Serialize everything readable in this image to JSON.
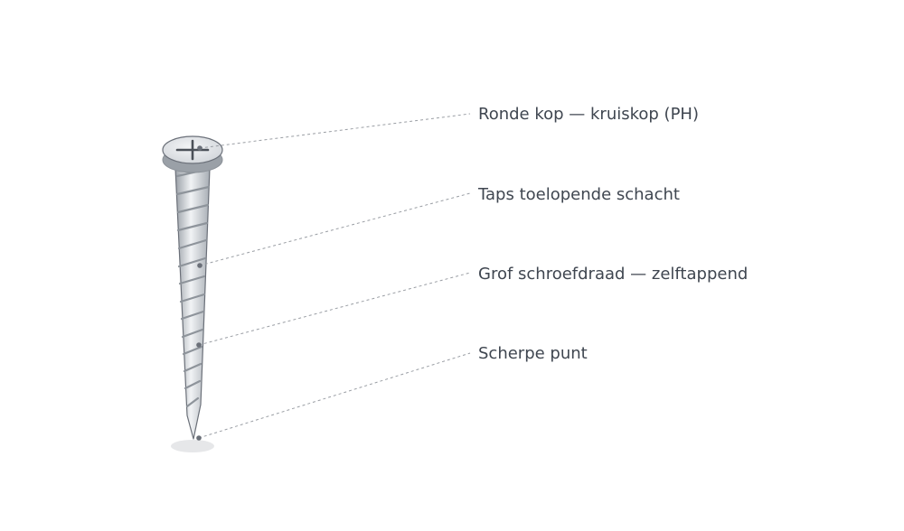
{
  "labels": [
    {
      "id": "head",
      "text": "Ronde kop — kruiskop (PH)"
    },
    {
      "id": "shank",
      "text": "Taps toelopende schacht"
    },
    {
      "id": "thread",
      "text": "Grof schroefdraad — zelftappend"
    },
    {
      "id": "tip",
      "text": "Scherpe punt"
    }
  ],
  "colors": {
    "metal_dark": "#8e949b",
    "metal_light": "#eef0f2",
    "outline": "#6b7079",
    "text": "#3f4650",
    "leader": "#9a9ea4"
  }
}
